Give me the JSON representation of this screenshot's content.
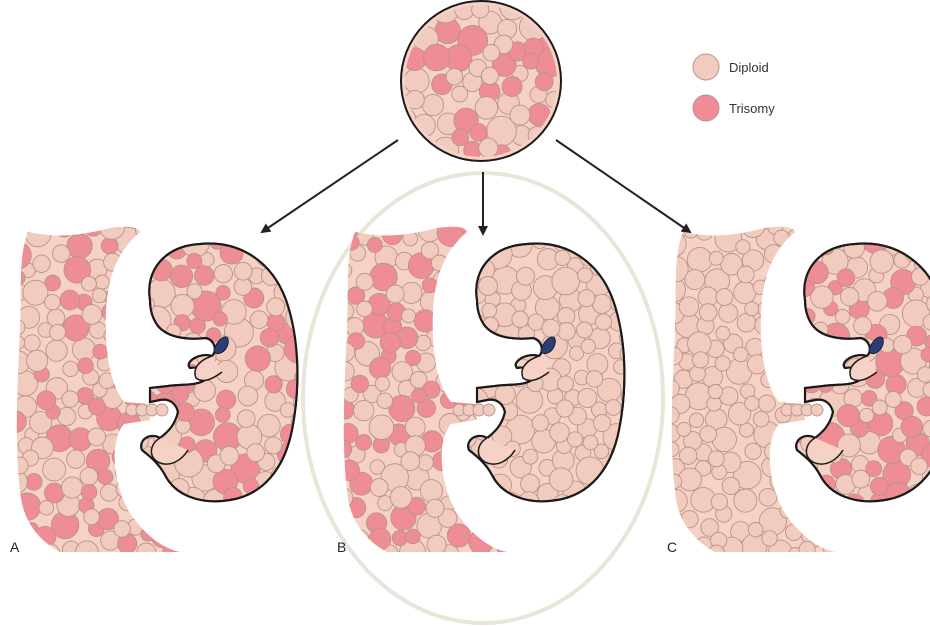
{
  "legend": {
    "items": [
      {
        "label": "Diploid",
        "color": "#f1cbbd"
      },
      {
        "label": "Trisomy",
        "color": "#ef8d96"
      }
    ]
  },
  "panels": [
    {
      "label": "A",
      "placenta": "mosaic",
      "fetus": "mosaic"
    },
    {
      "label": "B",
      "placenta": "mosaic",
      "fetus": "diploid"
    },
    {
      "label": "C",
      "placenta": "diploid",
      "fetus": "mosaic"
    }
  ],
  "colors": {
    "diploid": "#f1cbbd",
    "trisomy": "#ef8d96",
    "tissue": "#f6d2c6",
    "outline": "#1a1a1a",
    "cell_stroke": "#b9928a",
    "highlight_ring": "#e9e5d8",
    "eye": "#2e3c78",
    "arrow": "#222222"
  }
}
